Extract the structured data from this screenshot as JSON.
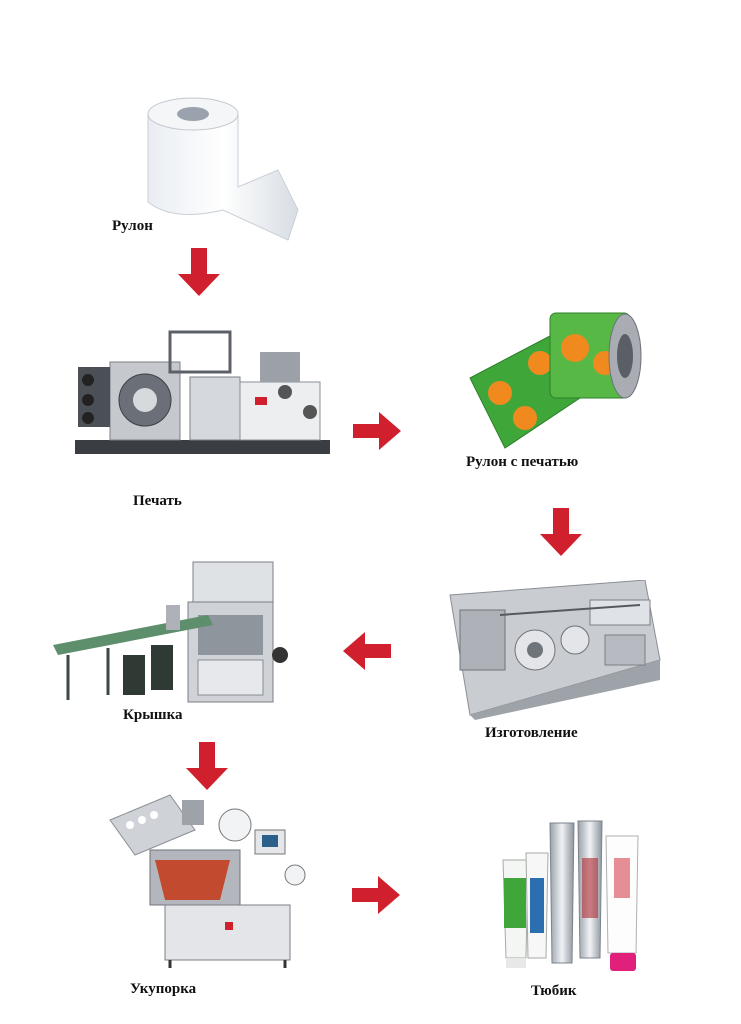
{
  "labels": {
    "roll": "Рулон",
    "printing": "Печать",
    "printed_roll": "Рулон с печатью",
    "manufacturing": "Изготовление",
    "cap": "Крышка",
    "capping": "Укупорка",
    "tube": "Тюбик"
  },
  "colors": {
    "arrow": "#d0202e",
    "machine_gray": "#b9bcc2",
    "film_green": "#3fa63a",
    "film_orange": "#f08a1e"
  },
  "icons": [
    "film-roll-icon",
    "printing-machine-icon",
    "printed-roll-icon",
    "tube-making-machine-icon",
    "cap-machine-icon",
    "capping-machine-icon",
    "tubes-icon",
    "arrow-down-icon",
    "arrow-right-icon",
    "arrow-left-icon"
  ]
}
